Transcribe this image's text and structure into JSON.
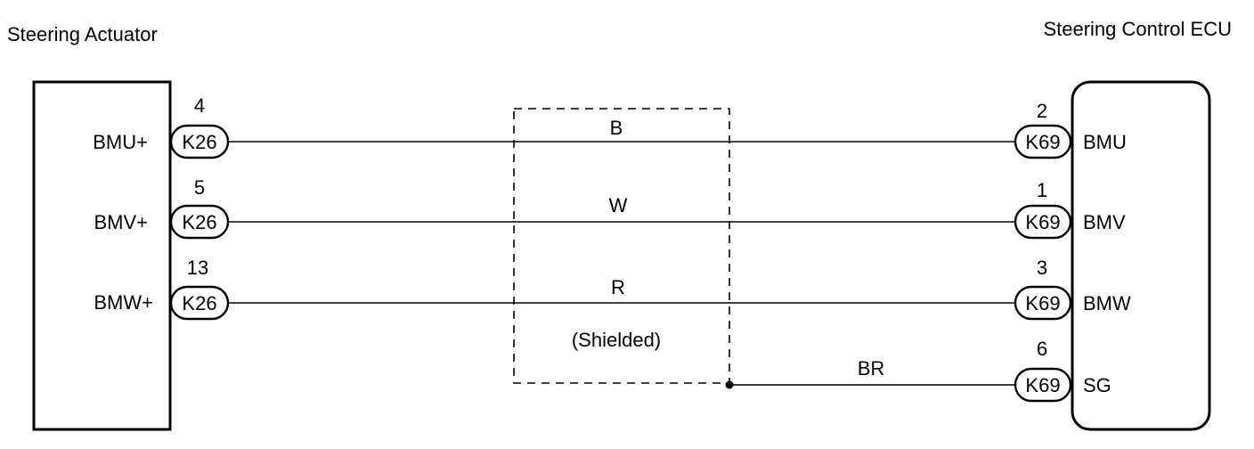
{
  "left_component": {
    "title": "Steering Actuator",
    "terminals": [
      {
        "pin": "4",
        "connector": "K26",
        "signal": "BMU+"
      },
      {
        "pin": "5",
        "connector": "K26",
        "signal": "BMV+"
      },
      {
        "pin": "13",
        "connector": "K26",
        "signal": "BMW+"
      }
    ]
  },
  "right_component": {
    "title": "Steering Control ECU",
    "terminals": [
      {
        "pin": "2",
        "connector": "K69",
        "signal": "BMU"
      },
      {
        "pin": "1",
        "connector": "K69",
        "signal": "BMV"
      },
      {
        "pin": "3",
        "connector": "K69",
        "signal": "BMW"
      },
      {
        "pin": "6",
        "connector": "K69",
        "signal": "SG"
      }
    ]
  },
  "wires": [
    {
      "color": "B"
    },
    {
      "color": "W"
    },
    {
      "color": "R"
    },
    {
      "color": "BR"
    }
  ],
  "shield": {
    "label": "(Shielded)"
  }
}
